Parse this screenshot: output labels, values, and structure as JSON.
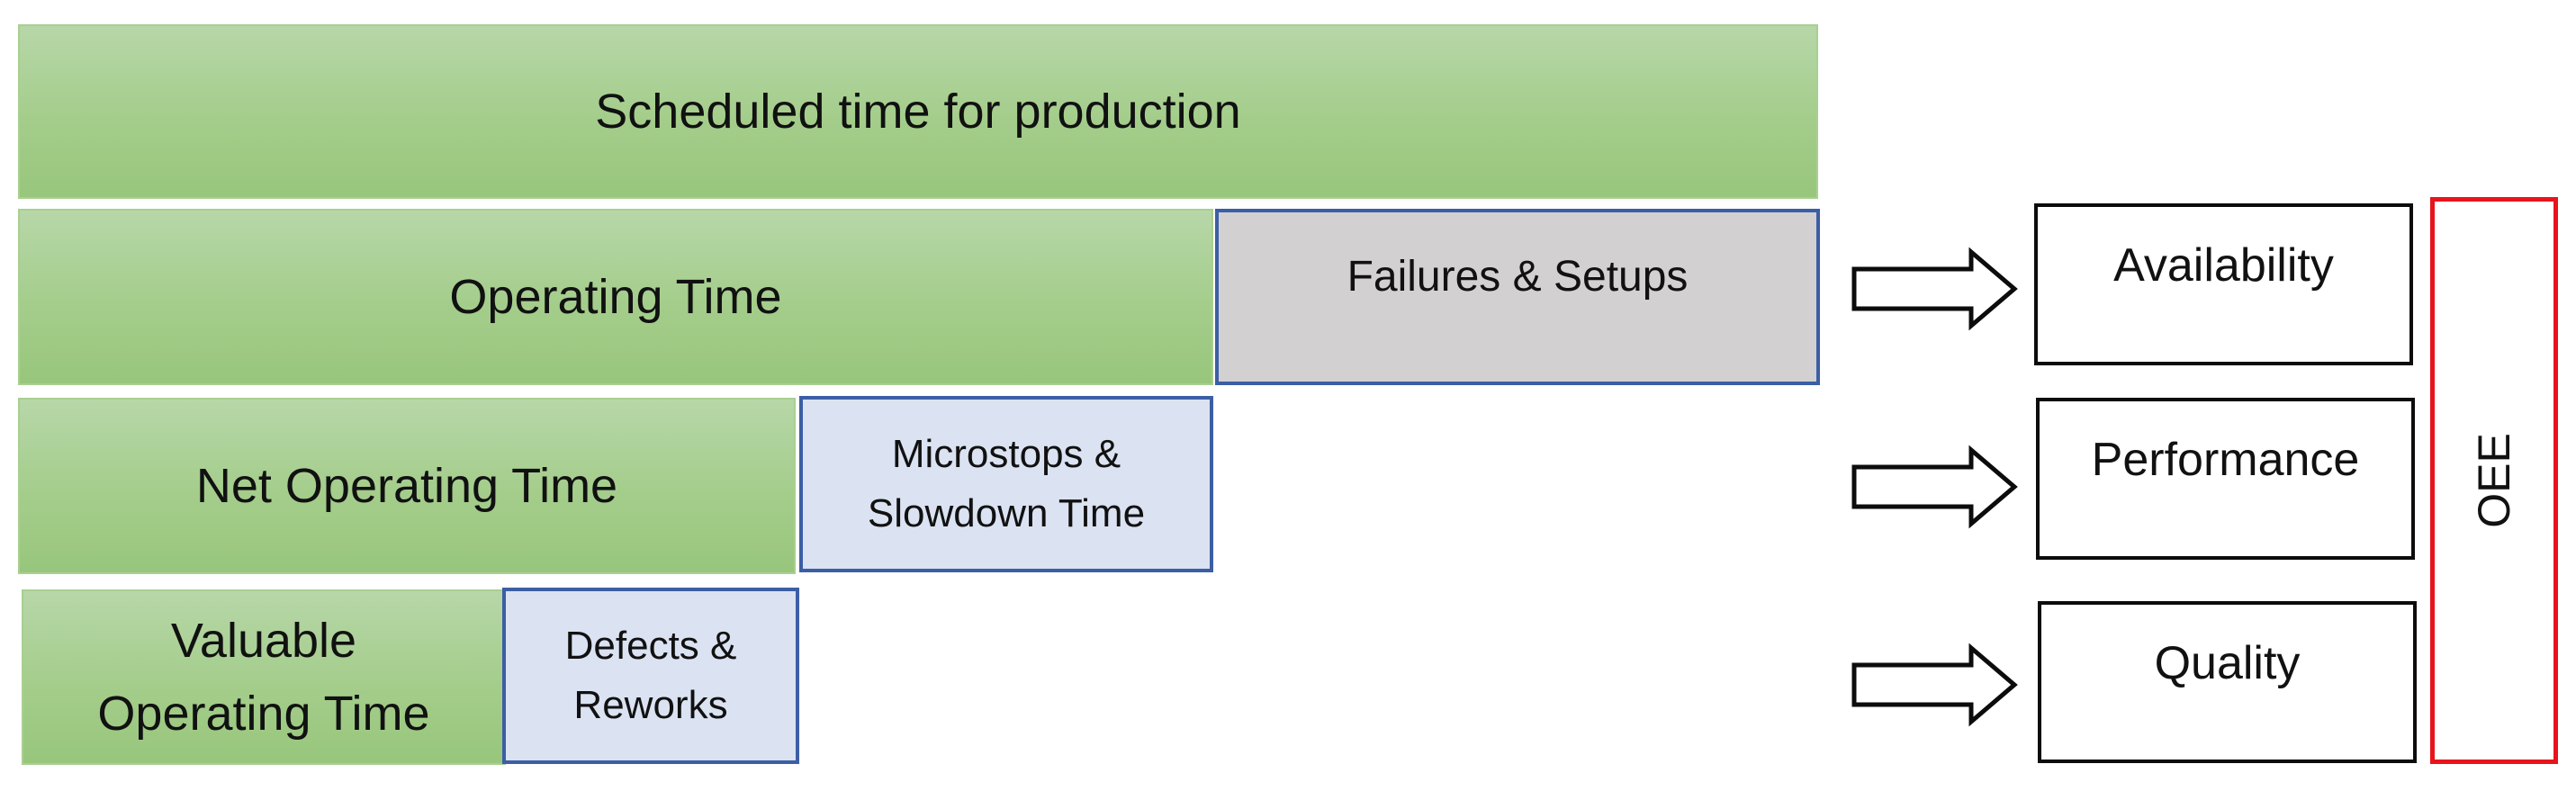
{
  "time_bars": {
    "scheduled": "Scheduled time for production",
    "operating": "Operating Time",
    "failures": "Failures & Setups",
    "net_operating": "Net Operating Time",
    "microstops_line1": "Microstops &",
    "microstops_line2": "Slowdown Time",
    "valuable_line1": "Valuable",
    "valuable_line2": "Operating Time",
    "defects_line1": "Defects &",
    "defects_line2": "Reworks"
  },
  "metrics": {
    "availability": "Availability",
    "performance": "Performance",
    "quality": "Quality"
  },
  "oee": "OEE",
  "colors": {
    "productive_time": "#a4cd8b",
    "loss_gray": "#d2d0d1",
    "loss_blue": "#dbe2f2",
    "loss_border": "#3c5ea5",
    "oee_border": "#e8141c"
  }
}
